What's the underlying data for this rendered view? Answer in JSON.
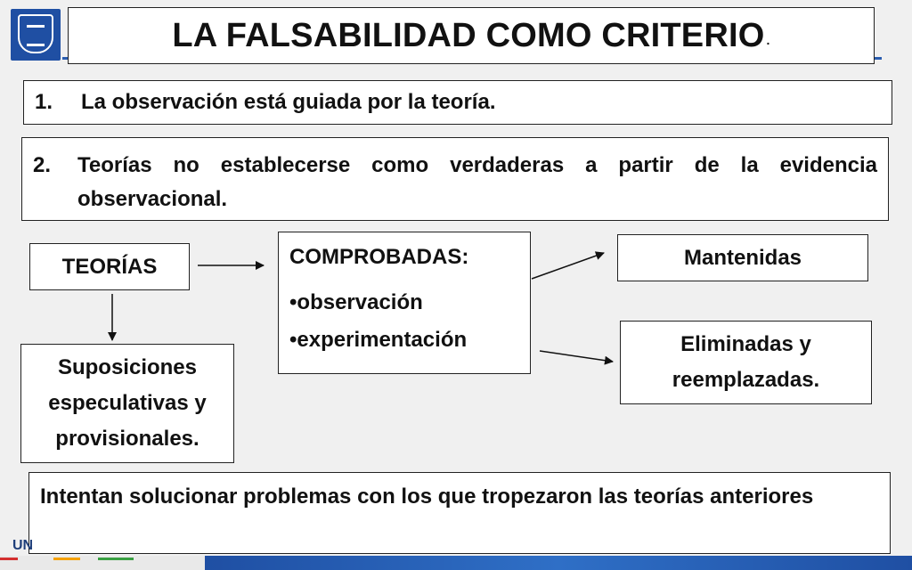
{
  "title": {
    "text": "LA FALSABILIDAD COMO CRITERIO",
    "trailing_mark": "."
  },
  "point1": {
    "number": "1.",
    "text": "La observación está guiada por la teoría."
  },
  "point2": {
    "number": "2.",
    "text": "Teorías no establecerse como verdaderas a partir de la evidencia observacional."
  },
  "diagram": {
    "teorias": "TEORÍAS",
    "suposiciones": "Suposiciones especulativas y provisionales.",
    "comprobadas": {
      "header": "COMPROBADAS:",
      "items": [
        "observación",
        "experimentación"
      ]
    },
    "mantenidas": "Mantenidas",
    "eliminadas": "Eliminadas y reemplazadas."
  },
  "bottom_note": "Intentan solucionar problemas con los que tropezaron las teorías anteriores",
  "footer": {
    "brand_fragment": "UN"
  },
  "colors": {
    "accent_blue": "#1f4fa3",
    "box_border": "#222222",
    "background": "#f0f0f0"
  }
}
